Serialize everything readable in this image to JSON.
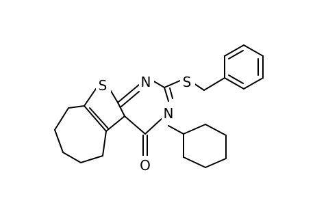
{
  "atoms": {
    "sulfur_ring": "S",
    "nitrogen_top": "N",
    "sulfur_thio": "S",
    "nitrogen_ring": "N",
    "oxygen": "O"
  },
  "colors": {
    "bond": "#000000",
    "background": "#ffffff"
  }
}
